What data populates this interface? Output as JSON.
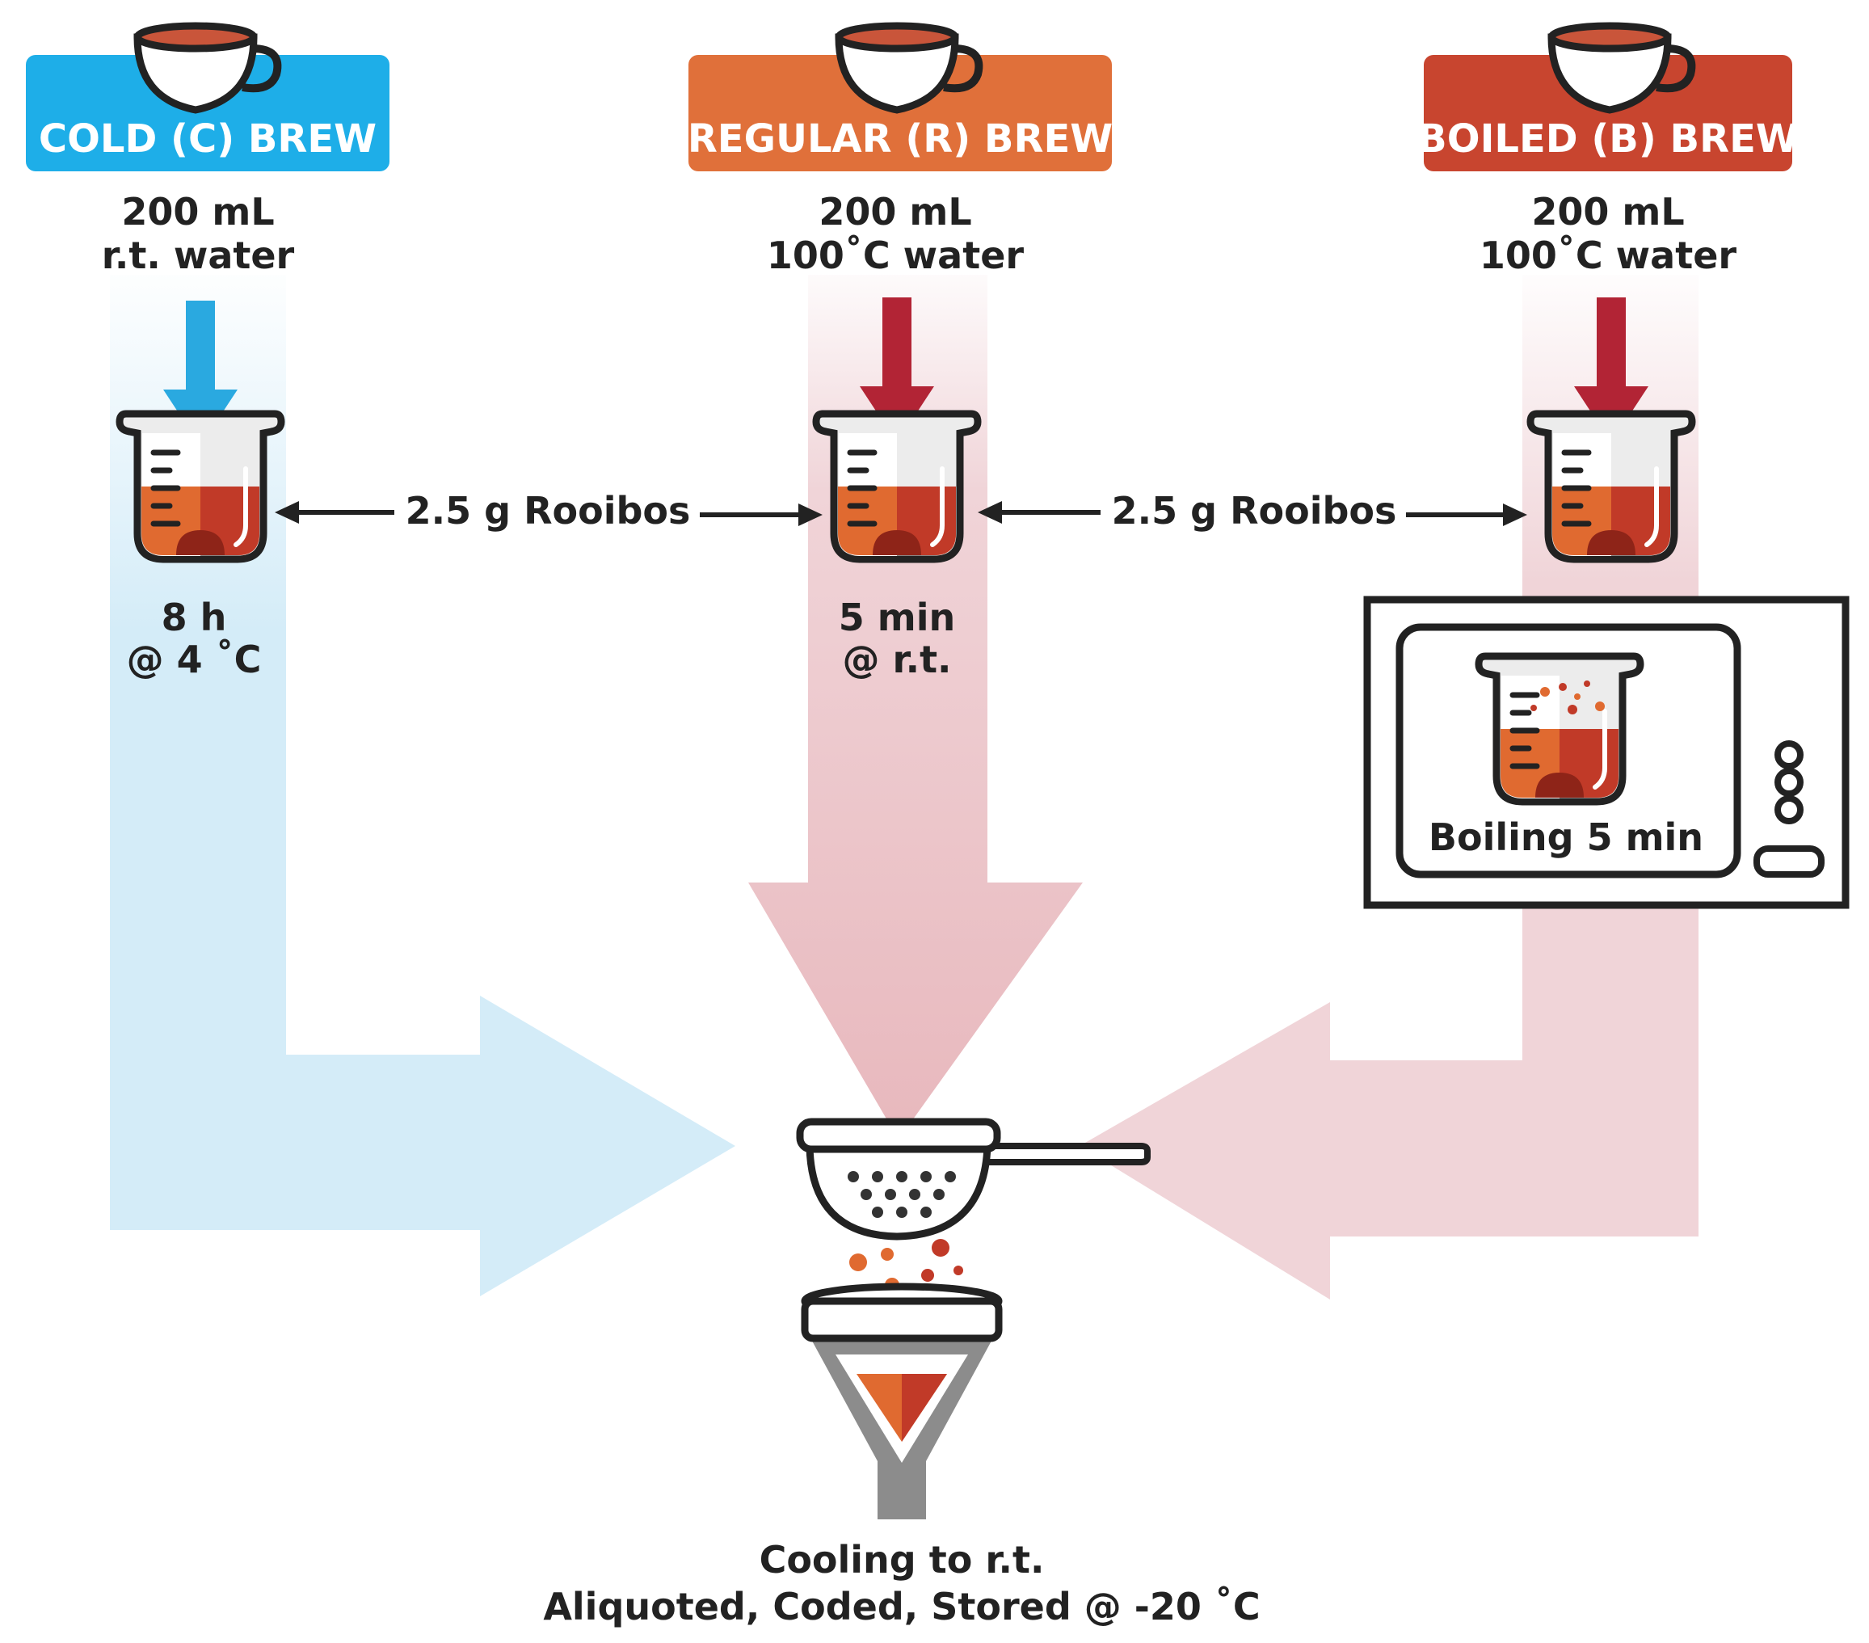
{
  "columns": [
    {
      "id": "cold",
      "header": "COLD (C) BREW",
      "header_color": "#1eaee8",
      "water_amount": "200 mL",
      "water_temp": "r.t. water",
      "arrow_color": "#2aa9e0",
      "time": "8 h",
      "condition": "@ 4 ˚C"
    },
    {
      "id": "regular",
      "header": "REGULAR (R) BREW",
      "header_color": "#e0703a",
      "water_amount": "200 mL",
      "water_temp": "100˚C water",
      "arrow_color": "#b22435",
      "time": "5 min",
      "condition": "@ r.t."
    },
    {
      "id": "boiled",
      "header": "BOILED (B) BREW",
      "header_color": "#c8452f",
      "water_amount": "200 mL",
      "water_temp": "100˚C water",
      "arrow_color": "#b22435"
    }
  ],
  "rooibos_labels": [
    "2.5 g Rooibos",
    "2.5 g Rooibos"
  ],
  "microwave": {
    "label": "Boiling 5 min"
  },
  "final": {
    "line1": "Cooling to r.t.",
    "line2": "Aliquoted, Coded, Stored @ -20 ˚C"
  },
  "colors": {
    "cold_flow": "#d4ecf8",
    "hot_flow": "#f0d4d8",
    "hot_flow_dark": "#e0a5ab",
    "tea_orange": "#e06a30",
    "tea_red": "#c13a28",
    "beaker_outline": "#222222",
    "funnel_gray": "#8c8c8c"
  }
}
